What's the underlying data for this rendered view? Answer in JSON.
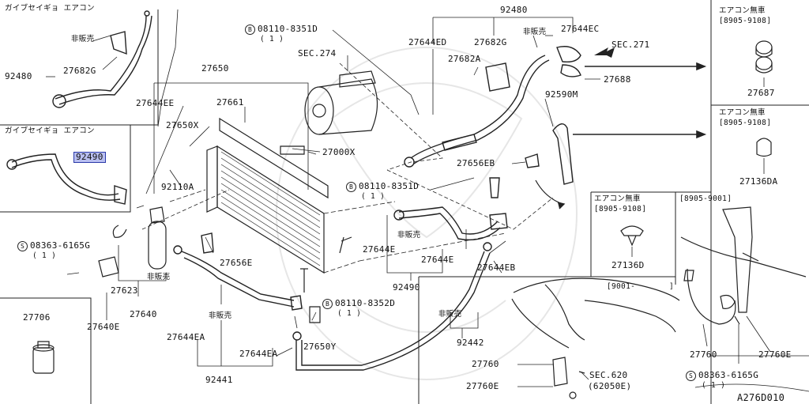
{
  "diagram_id": "A276D010",
  "sections": {
    "top_left": "ガイブセイギョ エアコン",
    "mid_left": "ガイブセイギョ エアコン",
    "r1_title": "エアコン無車",
    "r1_range": "[8905-9108]",
    "r2_title": "エアコン無車",
    "r2_range": "[8905-9108]",
    "r3_title": "エアコン無車",
    "r3_range": "[8905-9108]",
    "r4_range": "[8905-9001]",
    "r5_range": "[9001-",
    "r5_close": "]"
  },
  "labels": {
    "hihanbai": "非販売",
    "p92480a": "92480",
    "p27682g_a": "27682G",
    "p92490_hl": "92490",
    "p27650": "27650",
    "p27644ee": "27644EE",
    "p27661": "27661",
    "p27650x": "27650X",
    "p92110a": "92110A",
    "p27000x": "27000X",
    "bolt1": "08110-8351D",
    "bolt1_qty": "( 1 )",
    "sec274": "SEC.274",
    "p92480b": "92480",
    "p27644ed": "27644ED",
    "p27682g_b": "27682G",
    "p27644ec": "27644EC",
    "p27682a": "27682A",
    "sec271": "SEC.271",
    "p27688": "27688",
    "p92590m": "92590M",
    "p27656eb": "27656EB",
    "bolt2": "08110-8351D",
    "bolt2_qty": "( 1 )",
    "p27644e_a": "27644E",
    "p27644e_b": "27644E",
    "p92490b": "92490",
    "p27644eb": "27644EB",
    "screw1": "08363-6165G",
    "screw1_qty": "( 1 )",
    "p27623": "27623",
    "p27640": "27640",
    "p27640e": "27640E",
    "p27656e": "27656E",
    "bolt3": "08110-8352D",
    "bolt3_qty": "( 1 )",
    "p27706": "27706",
    "p27644ea_a": "27644EA",
    "p27644ea_b": "27644EA",
    "p27650y": "27650Y",
    "p92441": "92441",
    "p92442": "92442",
    "p27687": "27687",
    "p27136da": "27136DA",
    "p27136d": "27136D",
    "p27760a": "27760",
    "p27760e_a": "27760E",
    "sec620": "SEC.620",
    "sec620_sub": "(62050E)",
    "p27760b": "27760",
    "p27760e_b": "27760E",
    "screw2": "08363-6165G",
    "screw2_qty": "( 1 )",
    "s_mark": "S",
    "b_mark": "B"
  }
}
